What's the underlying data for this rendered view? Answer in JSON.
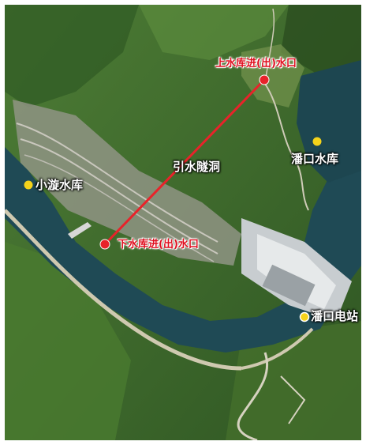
{
  "map": {
    "labels": {
      "upper_reservoir_inout": "上水库进(出)水口",
      "lower_reservoir_inout": "下水库进(出)水口",
      "diversion_tunnel": "引水隧洞",
      "panko_reservoir": "潘口水库",
      "xiaoxuan_reservoir": "小漩水库",
      "panko_power_station": "潘口电站"
    },
    "colors": {
      "tunnel_line": "#e8232a",
      "red_point": "#e8232a",
      "yellow_point": "#f5d31a",
      "water": "#1f4a55",
      "forest": "#3f6b2d"
    }
  }
}
